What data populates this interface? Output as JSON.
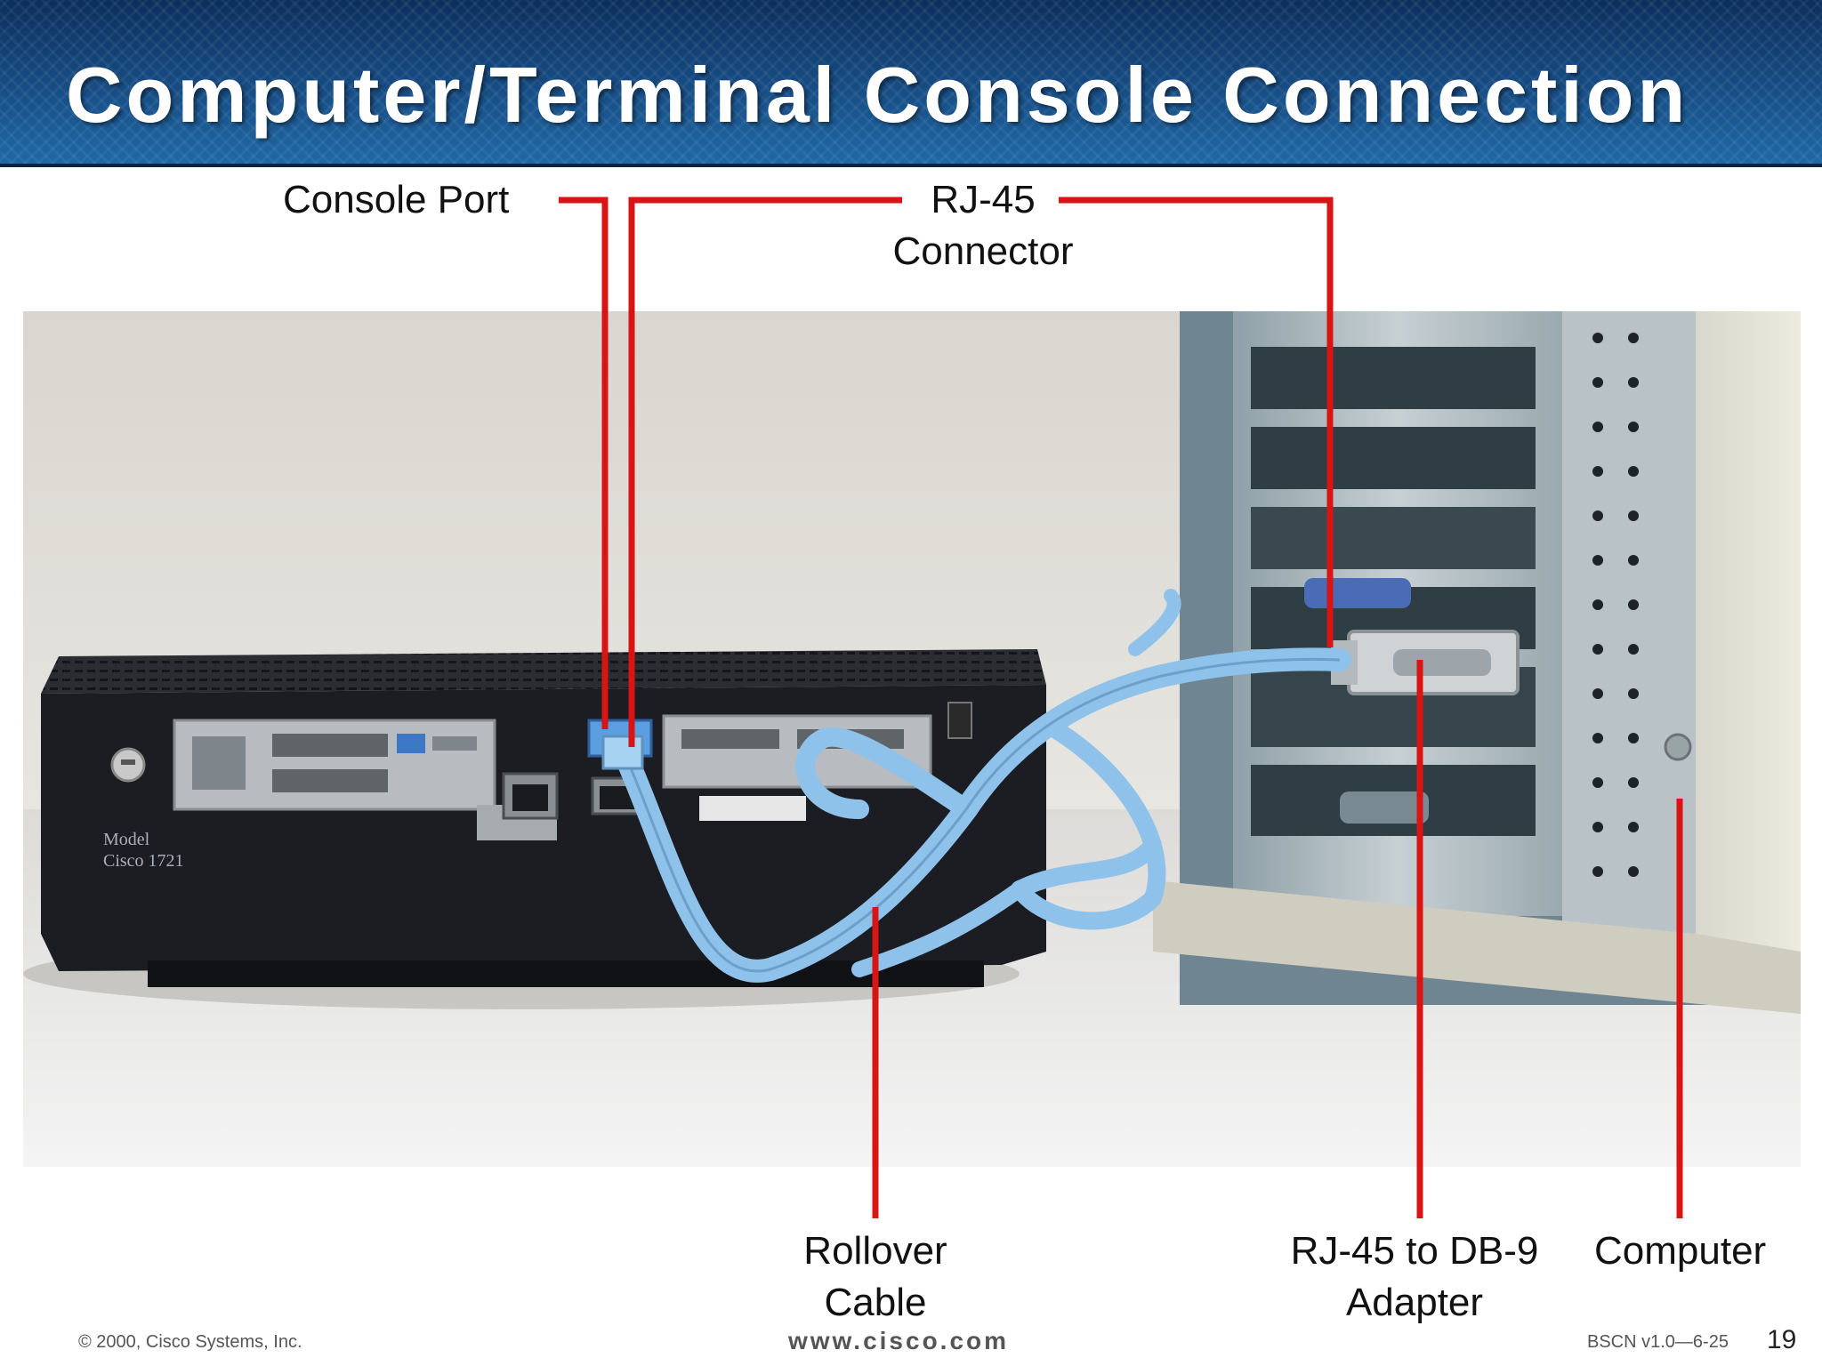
{
  "slide": {
    "title": "Computer/Terminal Console Connection"
  },
  "callouts": {
    "console_port": "Console Port",
    "rj45_connector_line1": "RJ-45",
    "rj45_connector_line2": "Connector",
    "rollover_cable_line1": "Rollover",
    "rollover_cable_line2": "Cable",
    "adapter_line1": "RJ-45 to DB-9",
    "adapter_line2": "Adapter",
    "computer": "Computer"
  },
  "photo": {
    "router_model_line1": "Model",
    "router_model_line2": "Cisco 1721"
  },
  "footer": {
    "copyright": "© 2000, Cisco Systems, Inc.",
    "website": "www.cisco.com",
    "course_code": "BSCN v1.0—6-25",
    "page_number": "19"
  },
  "colors": {
    "header_dark": "#0c2f5c",
    "header_light": "#1f6aa8",
    "callout_line": "#d81414",
    "cable": "#8ec2ea",
    "router_body": "#1c1d22"
  }
}
